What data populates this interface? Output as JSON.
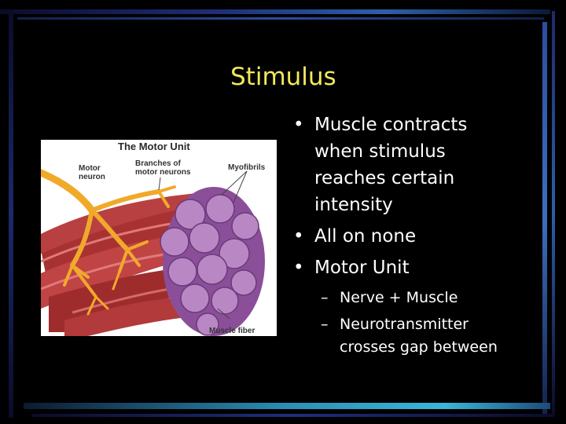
{
  "slide": {
    "title": "Stimulus",
    "bullets": [
      {
        "marker": "•",
        "lines": [
          "Muscle contracts",
          "when stimulus",
          "reaches certain",
          "intensity"
        ]
      },
      {
        "marker": "•",
        "lines": [
          "All on none"
        ]
      },
      {
        "marker": "•",
        "lines": [
          "Motor Unit"
        ]
      }
    ],
    "sub_bullets": [
      {
        "marker": "–",
        "lines": [
          "Nerve + Muscle"
        ]
      },
      {
        "marker": "–",
        "lines": [
          "Neurotransmitter",
          "crosses gap between"
        ]
      }
    ]
  },
  "figure": {
    "title": "The Motor Unit",
    "label_motor_neuron": [
      "Motor",
      "neuron"
    ],
    "label_branches": [
      "Branches of",
      "motor neurons"
    ],
    "label_myofibrils": "Myofibrils",
    "label_muscle_fiber": "Muscle fiber"
  },
  "colors": {
    "background": "#000000",
    "title": "#f2e95a",
    "text": "#ffffff",
    "frame_blue": "#2a3f8f",
    "frame_cyan": "#3aa6c8",
    "nerve": "#f1a92a",
    "muscle": "#b23a3a",
    "myofibril": "#9a6aa8"
  }
}
